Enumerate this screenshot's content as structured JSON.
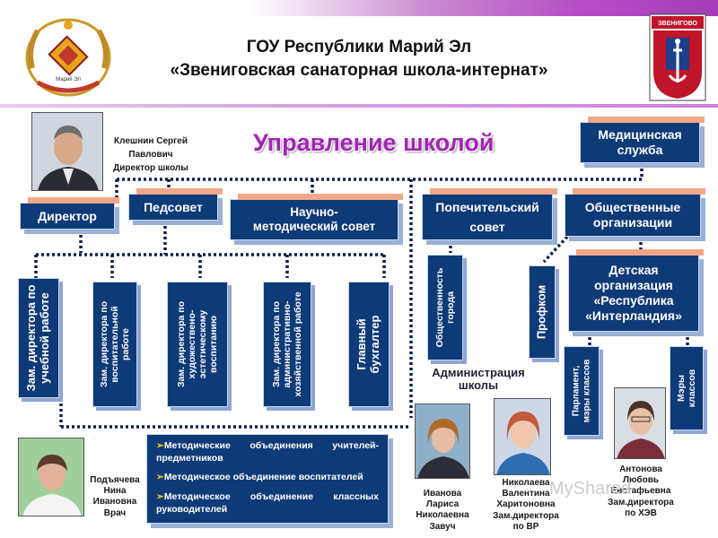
{
  "header": {
    "title_line1": "ГОУ Республики Марий Эл",
    "title_line2": "«Звениговская санаторная школа-интернат»",
    "left_emblem_text": "Марий Эл",
    "right_emblem_text": "ЗВЕНИГОВО"
  },
  "main_title": "Управление школой",
  "director_caption": [
    "Клешнин Сергей",
    "Павлович",
    "Директор школы"
  ],
  "boxes": {
    "director": "Директор",
    "pedsovet": "Педсовет",
    "science": [
      "Научно-",
      "методический совет"
    ],
    "trustee": [
      "Попечительский",
      "совет"
    ],
    "public_orgs": [
      "Общественные",
      "организации"
    ],
    "medical": [
      "Медицинская",
      "служба"
    ],
    "children_org": [
      "Детская",
      "организация",
      "«Республика",
      "«Интерландия»"
    ]
  },
  "vertical_boxes": {
    "deputy_study": [
      "Зам. директора по",
      "учебной работе"
    ],
    "deputy_upbringing": [
      "Зам.  директора  по",
      "воспитательной",
      "работе"
    ],
    "deputy_art": [
      "Зам.  директора  по",
      "художествено-",
      "эстетическому",
      "воспитанию"
    ],
    "deputy_admin": [
      "Зам.  директора  по",
      "административно-",
      "хозяйственной работе"
    ],
    "accountant": [
      "Главный",
      "бухгалтер"
    ],
    "public_city": [
      "Общественность",
      "города"
    ],
    "profkom": "Профком",
    "parliament": [
      "Парламент,",
      "мэры классов"
    ],
    "mayors": [
      "Мэры",
      "классов"
    ]
  },
  "admin_label": [
    "Администрация",
    "школы"
  ],
  "methodical_list": [
    "Методические объединения учителей-предметников",
    "Методическое объединение воспитателей",
    "Методическое объединение классных руководителей"
  ],
  "people": {
    "doctor": [
      "Подъячева",
      "Нина",
      "Ивановна",
      "Врач"
    ],
    "head_teacher": [
      "Иванова",
      "Лариса",
      "Николаевна",
      "Завуч"
    ],
    "deputy_vr": [
      "Николаева",
      "Валентина",
      "Харитоновна",
      "Зам.директора",
      "по ВР"
    ],
    "deputy_hev": [
      "Антонова",
      "Любовь",
      "Евстафьевна",
      "Зам.директора",
      "по ХЭВ"
    ]
  },
  "watermark": "MyShared",
  "colors": {
    "box_blue": "#0f3a78",
    "title_purple": "#a126b3",
    "tab_peach": "#f0a78a",
    "bullet_yellow": "#f3c41b"
  }
}
